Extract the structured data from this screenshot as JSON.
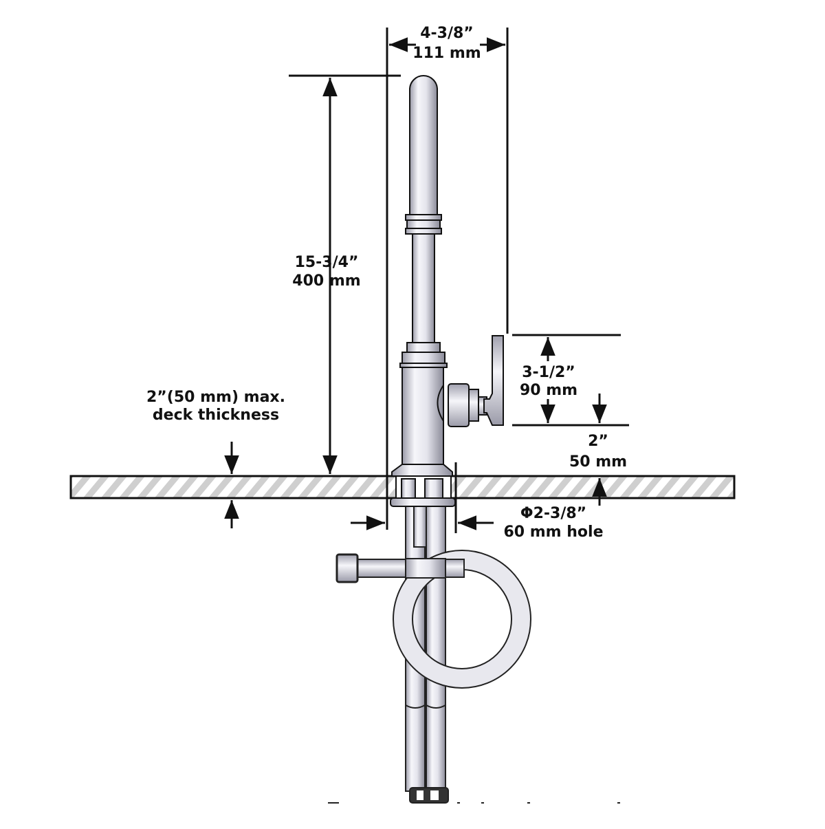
{
  "dimensions": {
    "width_top": {
      "imperial": "4-3/8”",
      "metric": "111 mm"
    },
    "height": {
      "imperial": "15-3/4”",
      "metric": "400 mm"
    },
    "handle_height": {
      "imperial": "3-1/2”",
      "metric": "90 mm"
    },
    "handle_clearance": {
      "imperial": "2”",
      "metric": "50 mm"
    },
    "deck": {
      "line1": "2”(50 mm) max.",
      "line2": "deck thickness"
    },
    "hole": {
      "imperial": "Φ2-3/8”",
      "metric": "60 mm hole"
    }
  },
  "colors": {
    "line": "#111111",
    "hatch": "#c8c8c8",
    "metal_light": "#f4f4f8",
    "metal_dark": "#a8a8b4"
  }
}
